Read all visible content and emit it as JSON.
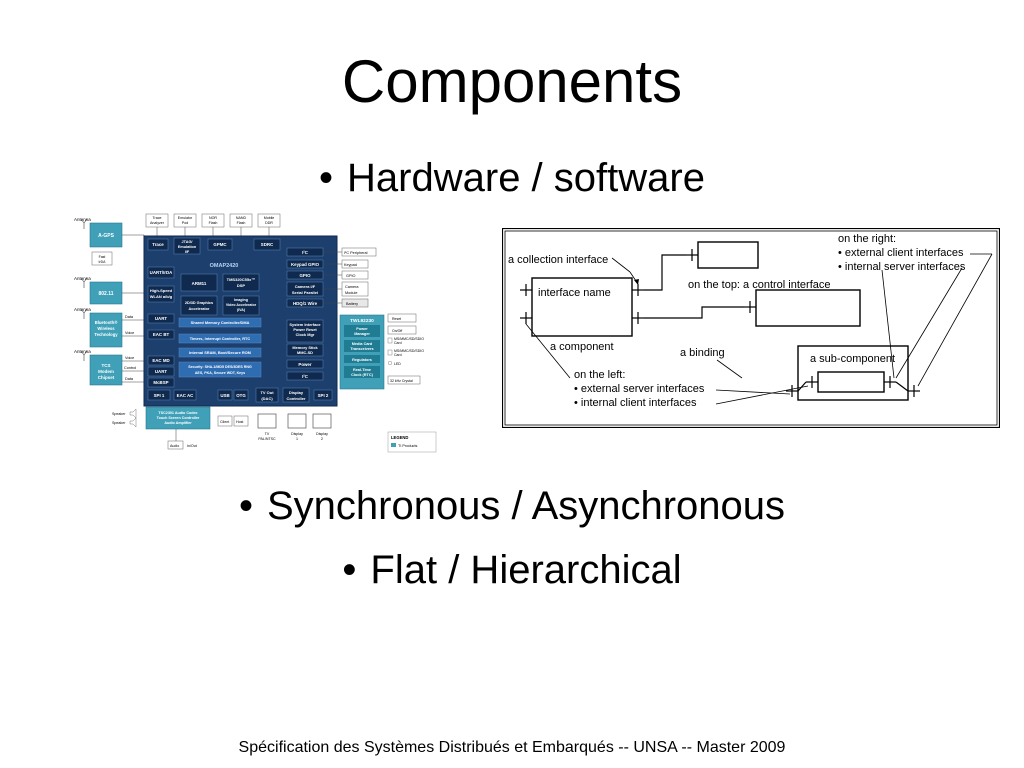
{
  "slide": {
    "title": "Components",
    "bullets": [
      "Hardware / software",
      "Synchronous / Asynchronous",
      "Flat / Hierarchical"
    ],
    "bullet_glyph": "•",
    "footer": "Spécification des Systèmes Distribués et Embarqués  --  UNSA -- Master 2009"
  },
  "hardware_diagram": {
    "chip_name": "OMAP2420",
    "left_peripherals": [
      {
        "antenna": "Antenna",
        "name": "A-GPS",
        "sub": "Fast IrDA",
        "link": "UART/IrDA"
      },
      {
        "antenna": "Antenna",
        "name": "802.11",
        "link": "High-Speed WLAN a/b/g"
      },
      {
        "antenna": "Antenna",
        "name": "Bluetooth® Wireless Technology",
        "link_top": "Data",
        "link_bottom": "Voice",
        "port_top": "UART",
        "port_bottom": "EAC BT"
      },
      {
        "antenna": "Antenna",
        "name": "TCS Modem Chipset",
        "link_top": "Voice",
        "link_mid": "Control",
        "link_bottom": "Data",
        "port_top": "EAC MD",
        "port_mid": "UART",
        "port_bottom": "McBSP"
      }
    ],
    "top_peripherals": [
      "Trace Analyzer",
      "Emulator Pod",
      "NOR Flash",
      "NAND Flash",
      "Mobile DDR"
    ],
    "top_ports": [
      "Trace",
      "JTAG/ Emulation I/F",
      "GPMC",
      "SDRC"
    ],
    "core_blocks": {
      "arm": "ARM11",
      "dsp": "TMS320C55x™ DSP",
      "gfx": "2D/3D Graphics Accelerator",
      "iva": "Imaging Video Accelerator (IVA)",
      "dma": "Shared Memory Controller/DMA",
      "timers": "Timers, Interrupt Controller, RTC",
      "sram": "Internal SRAM, Boot/Secure ROM",
      "security": "Security: SHA-1/MD5 DES/3DES RNG AES, PKA, Secure WDT, Keys"
    },
    "right_ports": [
      "I²C",
      "Keypad GPIO",
      "GPIO",
      "Camera I/F Serial Parallel",
      "HDQ/1 Wire",
      "System Interface Power Reset Clock Mgr",
      "Memory Stick MMC-SD",
      "Power",
      "I²C"
    ],
    "right_devices": [
      "I²C Peripheral",
      "Keypad",
      "GPIO",
      "Camera Module",
      "Battery"
    ],
    "pmic": {
      "name": "TWL92230",
      "blocks": [
        "Power Manager",
        "Media Card Transceivers",
        "Regulators",
        "Real-Time Clock (RTC)"
      ],
      "outputs": [
        "Reset",
        "On/Off",
        "MS/MMC/SD/SDIO Card",
        "MS/MMC/SD/SDIO Card",
        "LED",
        "32 kHz Crystal"
      ]
    },
    "bottom_ports": [
      "SPI 1",
      "EAC AC",
      "USB",
      "OTG",
      "TV Out (DAC)",
      "Display Controller",
      "SPI 2"
    ],
    "codec": "TSC2301 Audio Codec Touch Screen Controller Audio Amplifier",
    "speakers": [
      "Speaker",
      "Speaker"
    ],
    "codec_io": [
      "Audio",
      "In/Out"
    ],
    "usb_roles": [
      "Client",
      "Host"
    ],
    "tv": "TV PAL/NTSC",
    "displays": [
      "Display 1",
      "Display 2"
    ],
    "legend_title": "LEGEND",
    "legend_item": "TI Products"
  },
  "component_diagram": {
    "collection_interface": "a collection interface",
    "interface_name": "interface name",
    "a_component": "a component",
    "on_top": "on the top: a control interface",
    "a_binding": "a binding",
    "on_right": "on the right:",
    "right_items": [
      "external client interfaces",
      "internal server interfaces"
    ],
    "on_left": "on the left:",
    "left_items": [
      "external server interfaces",
      "internal client interfaces"
    ],
    "sub_component": "a sub-component"
  }
}
